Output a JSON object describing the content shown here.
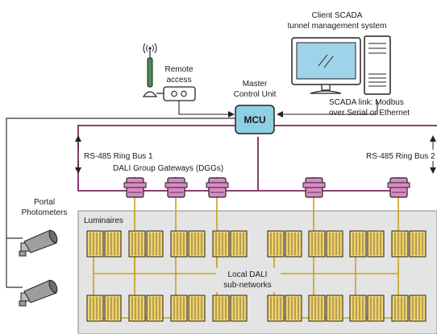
{
  "labels": {
    "client_line1": "Client SCADA",
    "client_line2": "tunnel management system",
    "remote_line1": "Remote",
    "remote_line2": "access",
    "master_line1": "Master",
    "master_line2": "Control Unit",
    "mcu": "MCU",
    "scada_line1": "SCADA link: Modbus",
    "scada_line2": "over Serial or Ethernet",
    "bus1": "RS-485 Ring Bus 1",
    "bus2": "RS-485 Ring Bus 2",
    "dgg": "DALI Group Gateways (DGGs)",
    "portal_line1": "Portal",
    "portal_line2": "Photometers",
    "luminaires": "Luminaires",
    "local_line1": "Local DALI",
    "local_line2": "sub-networks"
  },
  "colors": {
    "bus_line": "#7a2a5c",
    "dali_line": "#c9a21a",
    "mcu_fill": "#8fcfe3",
    "gateway_fill": "#d98ac4",
    "luminaire_fill": "#f2d36b",
    "tunnel_fill": "#e4e4e4"
  },
  "icons": [
    "antenna-icon",
    "modem-icon",
    "monitor-icon",
    "computer-tower-icon",
    "photometer-camera-icon",
    "gateway-icon",
    "luminaire-icon"
  ]
}
